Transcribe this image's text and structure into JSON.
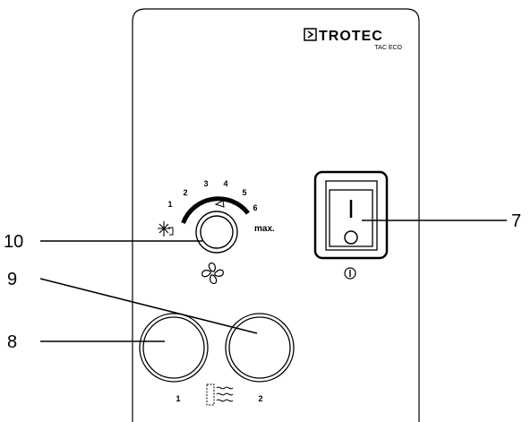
{
  "brand": {
    "name": "TROTEC",
    "model": "TAC ECO"
  },
  "fan_dial": {
    "scale": [
      "1",
      "2",
      "3",
      "4",
      "5",
      "6"
    ],
    "max_label": "max."
  },
  "heat_buttons": {
    "left": "1",
    "right": "2"
  },
  "callouts": {
    "fan_dial": "10",
    "heat_button_2": "9",
    "heat_button_1": "8",
    "power_switch": "7"
  },
  "icons": {
    "fan": "fan-icon",
    "heat": "heating-element-icon",
    "frost": "frost-protection-icon",
    "power": "power-symbol-icon",
    "brand": "brand-logo-icon"
  }
}
